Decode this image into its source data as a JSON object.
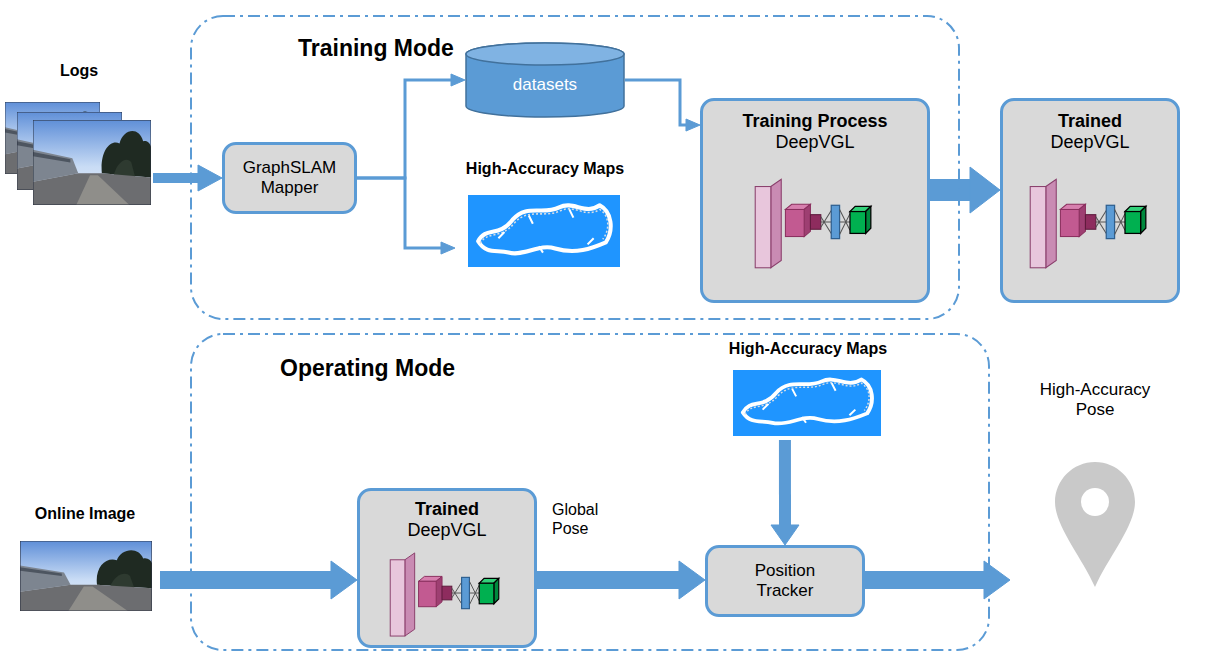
{
  "diagram": {
    "nodes": [
      {
        "text": [
          "Logs"
        ]
      },
      {
        "text": [
          "Training Mode"
        ]
      },
      {
        "text": [
          "GraphSLAM Mapper"
        ],
        "in": 1
      },
      {
        "text": [
          "datasets"
        ],
        "in": 1
      },
      {
        "text": [
          "High-Accuracy Maps"
        ],
        "in": 1
      },
      {
        "text": [
          "Training Process",
          "DeepVGL"
        ],
        "in": 1
      },
      {
        "text": [
          "Trained",
          "DeepVGL"
        ]
      },
      {
        "text": [
          "Operating Mode"
        ]
      },
      {
        "text": [
          "Online Image"
        ]
      },
      {
        "text": [
          "Trained",
          "DeepVGL"
        ],
        "in": 7
      },
      {
        "text": [
          "High-Accuracy Maps"
        ],
        "in": 7
      },
      {
        "text": [
          "Position Tracker"
        ],
        "in": 7
      },
      {
        "text": [
          "High-Accuracy Pose"
        ]
      }
    ],
    "edges": [
      {
        "from": 0,
        "to": 2,
        "arrow": "to"
      },
      {
        "from": 2,
        "to": 3,
        "arrow": "to"
      },
      {
        "from": 2,
        "to": 4,
        "arrow": "to"
      },
      {
        "from": 3,
        "to": 5,
        "arrow": "to"
      },
      {
        "from": 5,
        "to": 6,
        "arrow": "to"
      },
      {
        "from": 8,
        "to": 9,
        "arrow": "to"
      },
      {
        "from": 9,
        "to": 11,
        "label": "Global Pose",
        "arrow": "to"
      },
      {
        "from": 10,
        "to": 11,
        "arrow": "to"
      },
      {
        "from": 11,
        "to": 12,
        "arrow": "to"
      }
    ]
  }
}
